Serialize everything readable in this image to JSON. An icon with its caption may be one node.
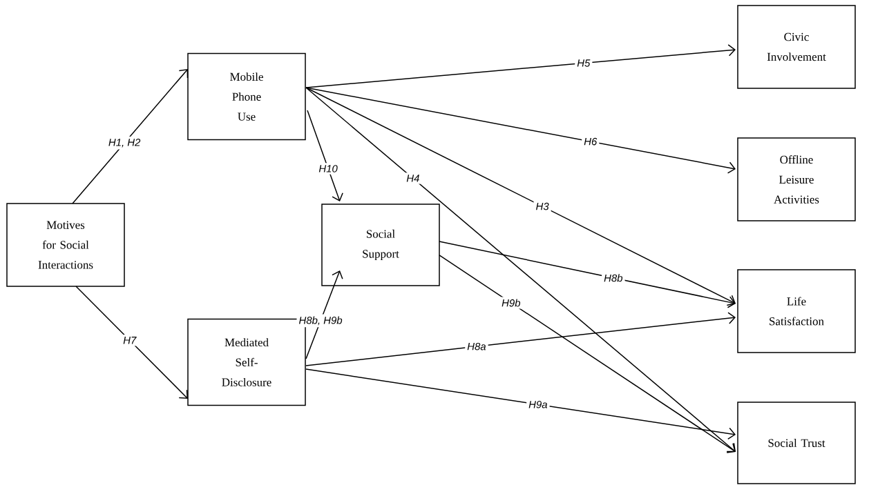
{
  "diagram": {
    "nodes": [
      {
        "text": [
          "Motives for Social Interactions"
        ]
      },
      {
        "text": [
          "Mobile Phone Use"
        ]
      },
      {
        "text": [
          "Mediated Self-Disclosure"
        ]
      },
      {
        "text": [
          "Social Support"
        ]
      },
      {
        "text": [
          "Civic Involvement"
        ]
      },
      {
        "text": [
          "Offline Leisure Activities"
        ]
      },
      {
        "text": [
          "Life Satisfaction"
        ]
      },
      {
        "text": [
          "Social Trust"
        ]
      }
    ],
    "edges": [
      {
        "from": 0,
        "to": 1,
        "arrow": "to",
        "label": "H1, H2"
      },
      {
        "from": 0,
        "to": 2,
        "arrow": "to",
        "label": "H7"
      },
      {
        "from": 1,
        "to": 4,
        "arrow": "to",
        "label": "H5"
      },
      {
        "from": 1,
        "to": 5,
        "arrow": "to",
        "label": "H6"
      },
      {
        "from": 1,
        "to": 6,
        "arrow": "to",
        "label": "H3"
      },
      {
        "from": 1,
        "to": 7,
        "arrow": "to",
        "label": "H4"
      },
      {
        "from": 1,
        "to": 3,
        "arrow": "to",
        "label": "H10"
      },
      {
        "from": 2,
        "to": 3,
        "arrow": "to",
        "label": "H8b, H9b"
      },
      {
        "from": 3,
        "to": 6,
        "arrow": "to",
        "label": "H8b"
      },
      {
        "from": 3,
        "to": 7,
        "arrow": "to",
        "label": "H9b"
      },
      {
        "from": 2,
        "to": 6,
        "arrow": "to",
        "label": "H8a"
      },
      {
        "from": 2,
        "to": 7,
        "arrow": "to",
        "label": "H9a"
      }
    ]
  }
}
